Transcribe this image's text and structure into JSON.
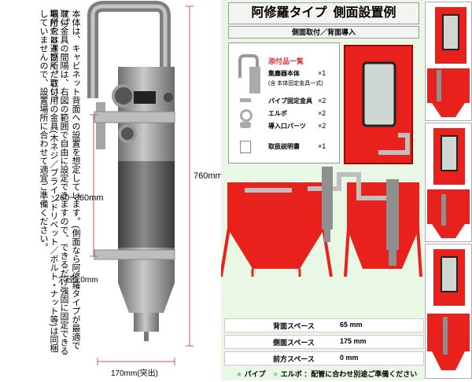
{
  "product": {
    "name": "阿修羅タイプ",
    "layout_label": "側面設置例",
    "mount_label": "側面取付／背面導入"
  },
  "description": [
    "本体は、キャビネット背面への設置を想定しています。(側面なら阿修羅タイプが最適です。)",
    "取付金具の間隔は、右図の範囲で自由に設定できますので、できるだけ強固に固定できる場所をお選びください。",
    "取付穴は４箇所。取付用の金具(木ネジ／ブラインドリベット／ボルト・ナット等)は同梱していませんので、設置場所に合わせて適宜ご準備ください。"
  ],
  "dimensions": {
    "total_height": "760mm",
    "bracket_spacing": "260~360mm",
    "hole_diameter": "穴径5.0mm",
    "depth": "170mm(突出)"
  },
  "parts_list": {
    "heading": "添付品一覧",
    "items": [
      {
        "name": "集塵器本体",
        "note": "(含 本体固定金具一式)",
        "qty": "×1"
      },
      {
        "name": "パイプ固定金具",
        "qty": "×2"
      },
      {
        "name": "エルボ",
        "qty": "×2"
      },
      {
        "name": "導入口パーツ",
        "qty": "×2"
      },
      {
        "name": "取扱説明書",
        "qty": "×1"
      }
    ]
  },
  "spaces": [
    {
      "label": "背面スペース",
      "value": "65 mm"
    },
    {
      "label": "側面スペース",
      "value": "175 mm"
    },
    {
      "label": "前方スペース",
      "value": "0 mm"
    }
  ],
  "legend": {
    "pipe": "パイプ",
    "elbow": "エルボ",
    "note": "：配管に合わせ別途ご準備ください"
  },
  "colors": {
    "cabinet_red": "#e8211d",
    "panel_bg": "#e9f7e5",
    "body_gray": "#8f8f8f",
    "dimension_red": "#d9534f",
    "pipe_star": "#6cb6e8",
    "elbow_star": "#8fcf7a"
  }
}
